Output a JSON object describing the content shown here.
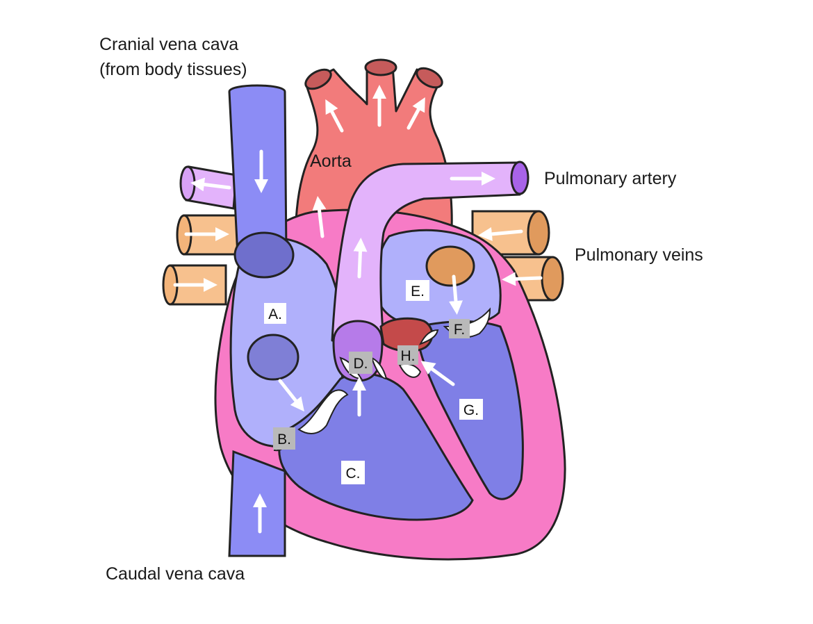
{
  "labels": {
    "cranial_line1": "Cranial vena cava",
    "cranial_line2": "(from body tissues)",
    "aorta": "Aorta",
    "pulmonary_artery": "Pulmonary artery",
    "pulmonary_veins": "Pulmonary veins",
    "caudal": "Caudal vena cava"
  },
  "tags": {
    "a": "A.",
    "b": "B.",
    "c": "C.",
    "d": "D.",
    "e": "E.",
    "f": "F.",
    "g": "G.",
    "h": "H."
  },
  "colors": {
    "vena_cava": "#8c8cf5",
    "right_atrium": "#b0b0fb",
    "ventricle": "#7f7fe6",
    "aorta": "#f27b7b",
    "pulmonary_artery": "#e3b3fb",
    "pulmonary_veins": "#f7c18e",
    "heart_wall": "#f77bc6",
    "tag_white": "#ffffff",
    "tag_gray": "#b9b9b9"
  }
}
